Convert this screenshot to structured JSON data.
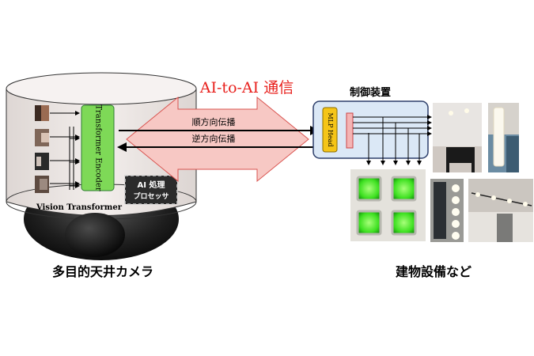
{
  "title": "AI-to-AI 通信",
  "controller_title": "制御装置",
  "arrows": {
    "forward": "順方向伝播",
    "backward": "逆方向伝播"
  },
  "camera": {
    "encoder_label": "Transformer Encoder",
    "processor_label_line1": "AI 処理",
    "processor_label_line2": "プロセッサ",
    "vit_label": "Vision Transformer",
    "caption": "多目的天井カメラ"
  },
  "controller": {
    "head_label": "MLP Head"
  },
  "equipment_caption": "建物設備など",
  "colors": {
    "title_red": "#e8201c",
    "arrow_fill": "#f7c8c4",
    "arrow_stroke": "#d9534f",
    "encoder_green": "#7ed957",
    "head_yellow": "#f5c518",
    "controller_bg": "#dbe8f6",
    "controller_border": "#2d3e6a"
  },
  "icons": [
    "camera-housing-icon",
    "camera-lens-icon",
    "led-panel-icon",
    "lamp-photo-icon",
    "piano-room-photo-icon",
    "vanity-lights-photo-icon",
    "track-lights-photo-icon"
  ]
}
